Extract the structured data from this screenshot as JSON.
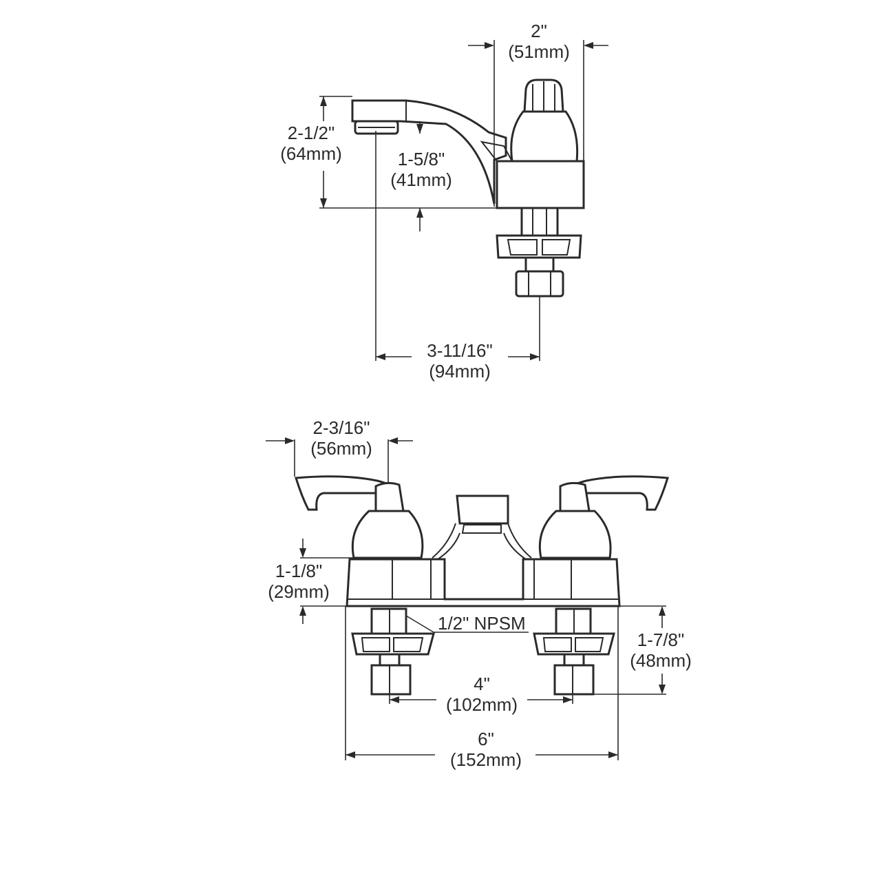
{
  "side_view": {
    "dim_width_top": {
      "imperial": "2\"",
      "metric": "(51mm)"
    },
    "dim_height": {
      "imperial": "2-1/2\"",
      "metric": "(64mm)"
    },
    "dim_spout_clearance": {
      "imperial": "1-5/8\"",
      "metric": "(41mm)"
    },
    "dim_spout_reach": {
      "imperial": "3-11/16\"",
      "metric": "(94mm)"
    }
  },
  "front_view": {
    "dim_handle": {
      "imperial": "2-3/16\"",
      "metric": "(56mm)"
    },
    "dim_base_height": {
      "imperial": "1-1/8\"",
      "metric": "(29mm)"
    },
    "thread_callout": "1/2\" NPSM",
    "dim_shank": {
      "imperial": "1-7/8\"",
      "metric": "(48mm)"
    },
    "dim_centers": {
      "imperial": "4\"",
      "metric": "(102mm)"
    },
    "dim_overall": {
      "imperial": "6\"",
      "metric": "(152mm)"
    }
  }
}
